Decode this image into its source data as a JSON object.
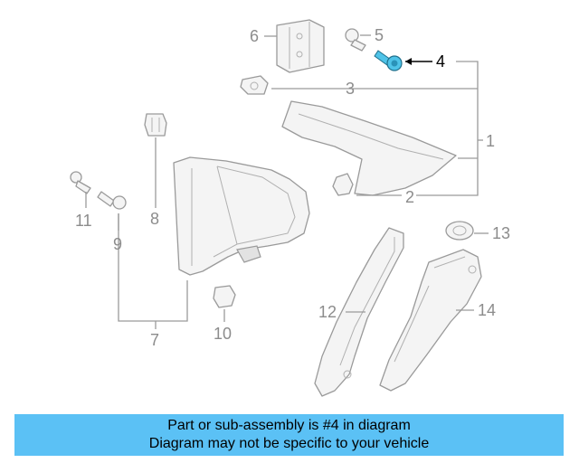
{
  "callouts": {
    "c1": "1",
    "c2": "2",
    "c3": "3",
    "c4": "4",
    "c5": "5",
    "c6": "6",
    "c7": "7",
    "c8": "8",
    "c9": "9",
    "c10": "10",
    "c11": "11",
    "c12": "12",
    "c13": "13",
    "c14": "14"
  },
  "highlighted_part": "4",
  "colors": {
    "highlight_part": "#4fc3e8",
    "banner_bg": "#5bc1f5",
    "line_gray": "#9a9a9a"
  },
  "banner": {
    "line1": "Part or sub-assembly is #4 in diagram",
    "line2": "Diagram may not be specific to your vehicle"
  }
}
